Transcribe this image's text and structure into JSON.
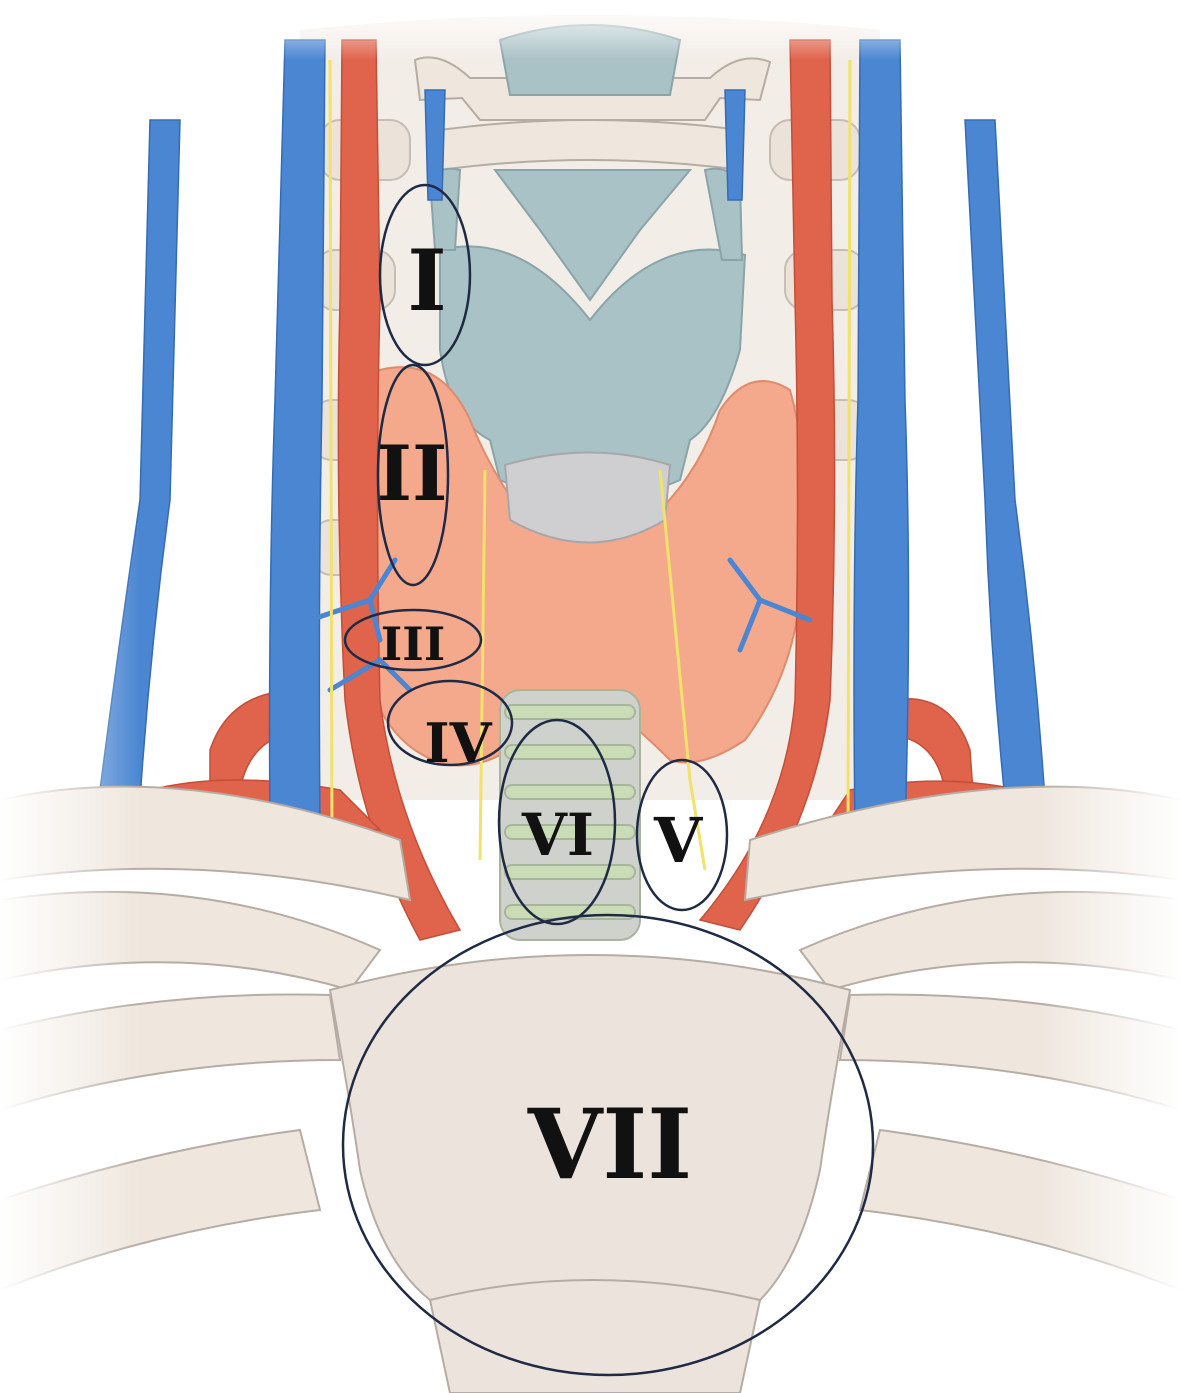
{
  "colors": {
    "artery": "#e0634b",
    "vein": "#4a86d2",
    "thyroid": "#f5a98c",
    "cartilage": "#a9c2c6",
    "bone": "#ece4dc",
    "bone_stroke": "#b7aca3",
    "trachea_ring": "#c9dcb6",
    "nerve": "#f2e16a",
    "ring": "#1f2a44"
  },
  "regions": [
    {
      "id": "I",
      "label": "I"
    },
    {
      "id": "II",
      "label": "II"
    },
    {
      "id": "III",
      "label": "III"
    },
    {
      "id": "IV",
      "label": "IV"
    },
    {
      "id": "V",
      "label": "V"
    },
    {
      "id": "VI",
      "label": "VI"
    },
    {
      "id": "VII",
      "label": "VII"
    }
  ]
}
